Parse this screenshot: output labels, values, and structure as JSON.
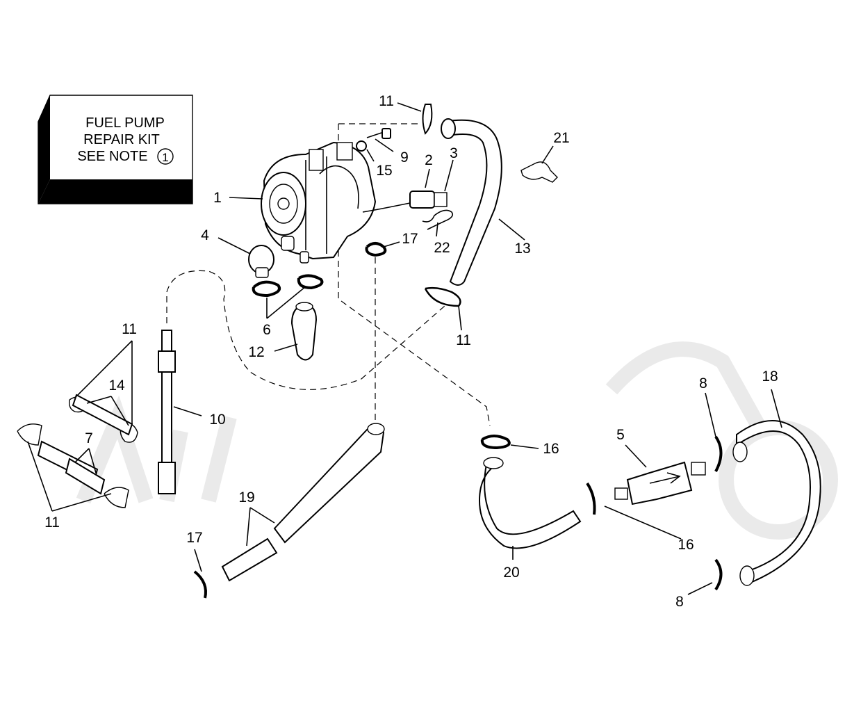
{
  "kit_box": {
    "lines": [
      "FUEL PUMP",
      "REPAIR KIT",
      "SEE NOTE"
    ],
    "note_number": "1"
  },
  "callouts": [
    {
      "id": "c1",
      "label": "1"
    },
    {
      "id": "c2",
      "label": "2"
    },
    {
      "id": "c3",
      "label": "3"
    },
    {
      "id": "c4",
      "label": "4"
    },
    {
      "id": "c5",
      "label": "5"
    },
    {
      "id": "c6",
      "label": "6"
    },
    {
      "id": "c7",
      "label": "7"
    },
    {
      "id": "c8a",
      "label": "8"
    },
    {
      "id": "c8b",
      "label": "8"
    },
    {
      "id": "c9",
      "label": "9"
    },
    {
      "id": "c10",
      "label": "10"
    },
    {
      "id": "c11a",
      "label": "11"
    },
    {
      "id": "c11b",
      "label": "11"
    },
    {
      "id": "c11c",
      "label": "11"
    },
    {
      "id": "c11d",
      "label": "11"
    },
    {
      "id": "c12",
      "label": "12"
    },
    {
      "id": "c13",
      "label": "13"
    },
    {
      "id": "c14",
      "label": "14"
    },
    {
      "id": "c15",
      "label": "15"
    },
    {
      "id": "c16a",
      "label": "16"
    },
    {
      "id": "c16b",
      "label": "16"
    },
    {
      "id": "c17a",
      "label": "17"
    },
    {
      "id": "c17b",
      "label": "17"
    },
    {
      "id": "c18",
      "label": "18"
    },
    {
      "id": "c19",
      "label": "19"
    },
    {
      "id": "c20",
      "label": "20"
    },
    {
      "id": "c21",
      "label": "21"
    },
    {
      "id": "c22",
      "label": "22"
    }
  ]
}
